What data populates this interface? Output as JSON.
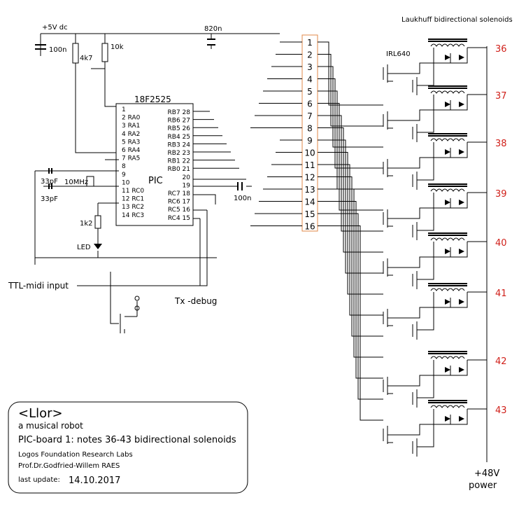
{
  "supply": "+5V dc",
  "components": {
    "c_supply": "100n",
    "r1": "4k7",
    "r2": "10k",
    "c_top": "820n",
    "crystal": "10MHz",
    "cap_a": "33pF",
    "cap_b": "33pF",
    "c_rc7": "100n",
    "r_led": "1k2",
    "led": "LED",
    "mosfet": "IRL640"
  },
  "pic": {
    "part": "18F2525",
    "name": "PIC",
    "left_pins": [
      "1",
      "2 RA0",
      "3 RA1",
      "4 RA2",
      "5 RA3",
      "6 RA4",
      "7 RA5",
      "8",
      "9",
      "10",
      "11 RC0",
      "12 RC1",
      "13 RC2",
      "14 RC3"
    ],
    "right_pins": [
      "RB7 28",
      "RB6 27",
      "RB5 26",
      "RB4 25",
      "RB3 24",
      "RB2 23",
      "RB1 22",
      "RB0 21",
      "20",
      "19",
      "RC7 18",
      "RC6 17",
      "RC5 16",
      "RC4 15"
    ]
  },
  "connector": [
    "1",
    "2",
    "3",
    "4",
    "5",
    "6",
    "7",
    "8",
    "9",
    "10",
    "11",
    "12",
    "13",
    "14",
    "15",
    "16"
  ],
  "solenoid_header": "Laukhuff bidirectional solenoids",
  "notes": [
    "36",
    "37",
    "38",
    "39",
    "40",
    "41",
    "42",
    "43"
  ],
  "labels": {
    "midi_in": "TTL-midi input",
    "debug": "Tx -debug",
    "power_v": "+48V",
    "power_w": "power"
  },
  "titleblock": {
    "name": "<Llor>",
    "subtitle": "a musical robot",
    "board": "PIC-board 1: notes 36-43 bidirectional solenoids",
    "org": "Logos Foundation Research Labs",
    "author": "Prof.Dr.Godfried-Willem RAES",
    "update_label": "last update:",
    "update_date": "14.10.2017"
  },
  "colors": {
    "note_labels": "#d0201a",
    "connector_border": "#e08a4a"
  }
}
